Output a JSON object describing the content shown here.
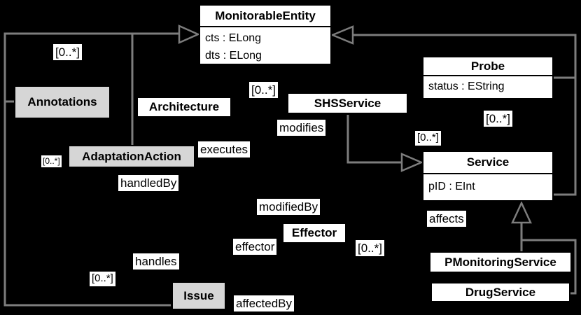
{
  "colors": {
    "background": "#000000",
    "line": "#7d7d7d",
    "class_fill": "#ffffff",
    "highlight_class_fill": "#d6d6d6",
    "class_border": "#000000",
    "text": "#000000",
    "label_background": "#ffffff"
  },
  "classes": {
    "monitorable_entity": {
      "name": "MonitorableEntity",
      "attributes": [
        "cts : ELong",
        "dts : ELong"
      ]
    },
    "annotations": {
      "name": "Annotations"
    },
    "architecture": {
      "name": "Architecture"
    },
    "adaptation_action": {
      "name": "AdaptationAction"
    },
    "shs_service": {
      "name": "SHSService"
    },
    "probe": {
      "name": "Probe",
      "attributes": [
        "status : EString"
      ]
    },
    "service": {
      "name": "Service",
      "attributes": [
        "pID : EInt"
      ]
    },
    "effector": {
      "name": "Effector"
    },
    "pmonitoring_service": {
      "name": "PMonitoringService"
    },
    "drug_service": {
      "name": "DrugService"
    },
    "issue": {
      "name": "Issue"
    }
  },
  "labels": {
    "multiplicity_annotations": "[0..*]",
    "multiplicity_adaptation_action": "[0..*]",
    "multiplicity_shs_service": "[0..*]",
    "multiplicity_probe": "[0..*]",
    "multiplicity_service": "[0..*]",
    "multiplicity_effector": "[0..*]",
    "multiplicity_issue": "[0..*]",
    "executes": "executes",
    "handled_by": "handledBy",
    "modifies": "modifies",
    "modified_by": "modifiedBy",
    "effector_ref": "effector",
    "affects": "affects",
    "handles": "handles",
    "affected_by": "affectedBy"
  }
}
